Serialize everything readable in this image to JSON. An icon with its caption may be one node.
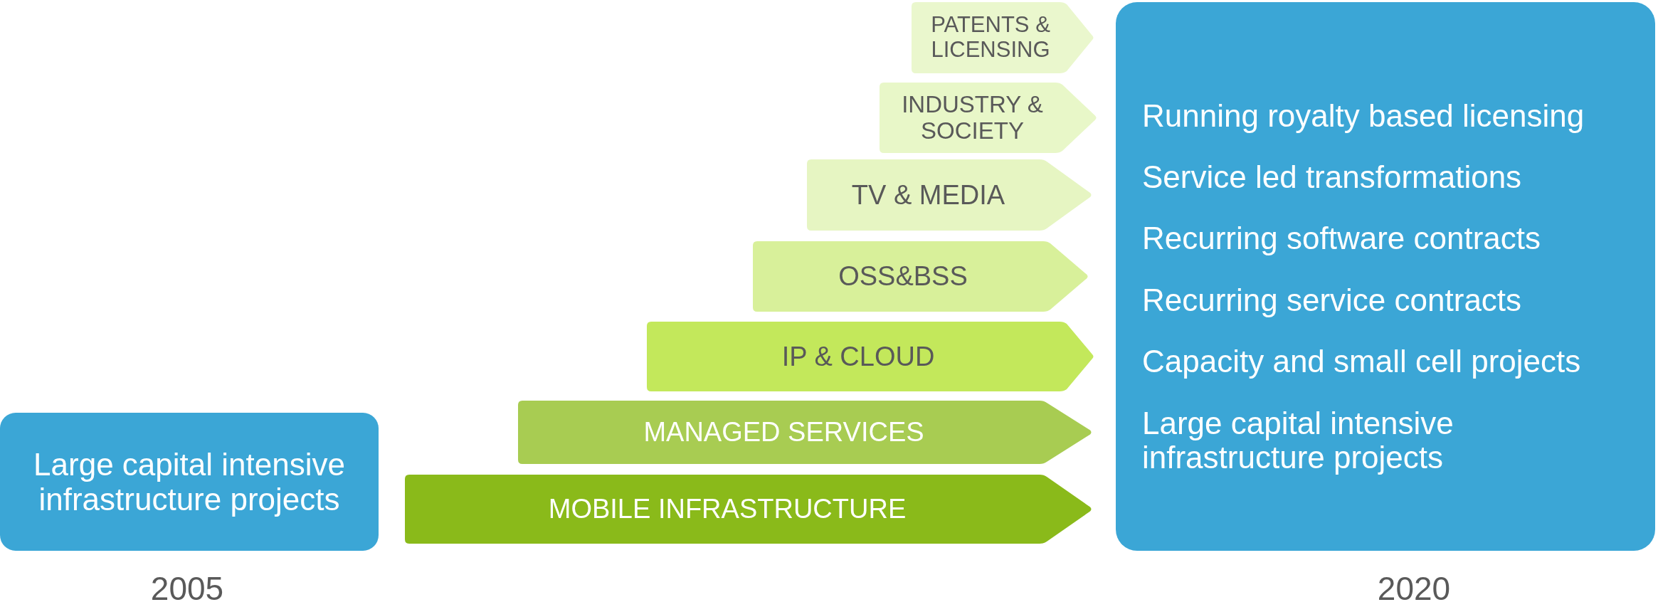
{
  "diagram": {
    "nodes": [
      {
        "text": [
          "PATENTS & LICENSING"
        ]
      },
      {
        "text": [
          "INDUSTRY & SOCIETY"
        ]
      },
      {
        "text": [
          "TV & MEDIA"
        ]
      },
      {
        "text": [
          "OSS&BSS"
        ]
      },
      {
        "text": [
          "IP & CLOUD"
        ]
      },
      {
        "text": [
          "MANAGED SERVICES"
        ]
      },
      {
        "text": [
          "MOBILE INFRASTRUCTURE"
        ]
      },
      {
        "text": [
          "Large capital intensive infrastructure projects"
        ],
        "beside": [
          "2005"
        ]
      },
      {
        "text": [
          "Running royalty based licensing",
          "Service led transformations",
          "Recurring software contracts",
          "Recurring service contracts",
          "Capacity and small cell projects",
          "Large capital intensive infrastructure projects"
        ],
        "beside": [
          "2020"
        ]
      }
    ]
  }
}
